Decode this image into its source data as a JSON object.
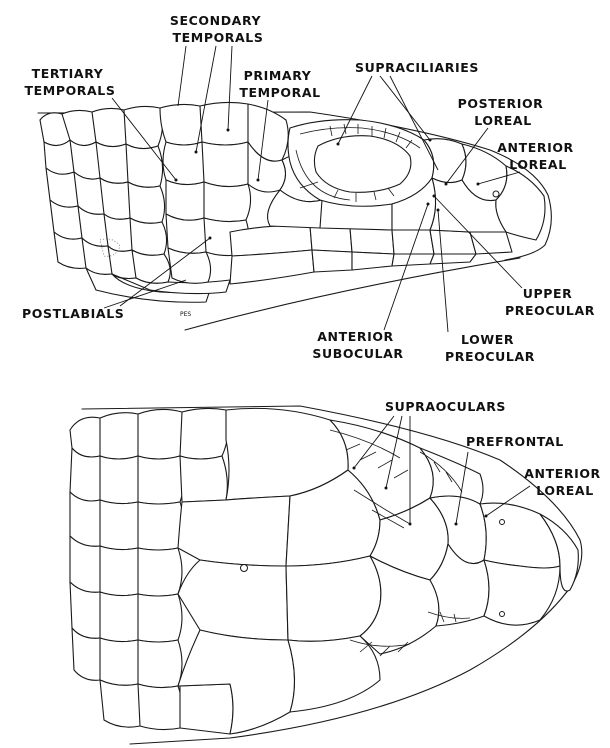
{
  "side_view": {
    "labels": {
      "secondary_temporals": [
        "SECONDARY",
        "TEMPORALS"
      ],
      "supraciliaries": [
        "SUPRACILIARIES"
      ],
      "tertiary_temporals": [
        "TERTIARY",
        "TEMPORALS"
      ],
      "primary_temporal": [
        "PRIMARY",
        "TEMPORAL"
      ],
      "posterior_loreal": [
        "POSTERIOR",
        "LOREAL"
      ],
      "anterior_loreal": [
        "ANTERIOR",
        "LOREAL"
      ],
      "postlabials": [
        "POSTLABIALS"
      ],
      "upper_preocular": [
        "UPPER",
        "PREOCULAR"
      ],
      "anterior_subocular": [
        "ANTERIOR",
        "SUBOCULAR"
      ],
      "lower_preocular": [
        "LOWER",
        "PREOCULAR"
      ]
    },
    "signature": "PES"
  },
  "top_view": {
    "labels": {
      "supraoculars": [
        "SUPRAOCULARS"
      ],
      "prefrontal": [
        "PREFRONTAL"
      ],
      "anterior_loreal": [
        "ANTERIOR",
        "LOREAL"
      ]
    }
  }
}
